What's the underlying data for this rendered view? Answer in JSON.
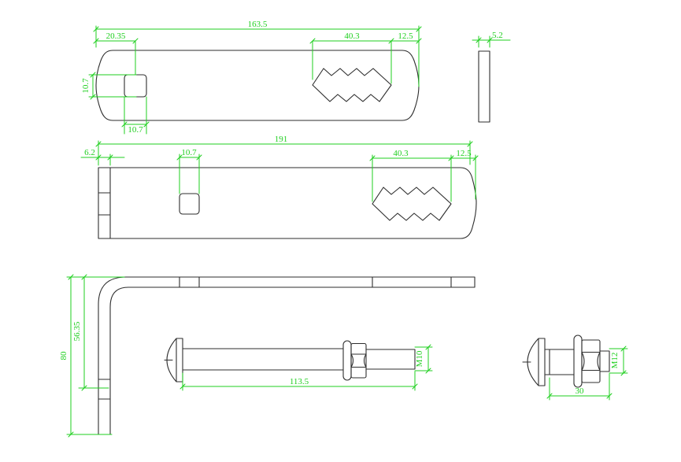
{
  "drawing_type": "CAD engineering drawing",
  "colors": {
    "dimension_green": "#1fcf1f",
    "outline_dark": "#2e2e2e",
    "background": "#ffffff"
  },
  "views": {
    "plate_short": {
      "dims": {
        "length": "163.5",
        "hole_offset": "20.35",
        "slot_length": "40.3",
        "slot_end_gap": "12.5",
        "hole_height": "10.7",
        "hole_width": "10.7"
      }
    },
    "plate_short_side": {
      "dims": {
        "thickness": "5.2"
      }
    },
    "plate_long": {
      "dims": {
        "length": "191",
        "flange_width": "6.2",
        "hole_width": "10.7",
        "slot_length": "40.3",
        "slot_end_gap": "12.5"
      }
    },
    "bracket": {
      "dims": {
        "height": "80",
        "upper_height": "56.35"
      }
    },
    "bolt_long": {
      "dims": {
        "length": "113.5",
        "thread": "M10"
      }
    },
    "bolt_short": {
      "dims": {
        "length": "30",
        "thread": "M12"
      }
    }
  }
}
